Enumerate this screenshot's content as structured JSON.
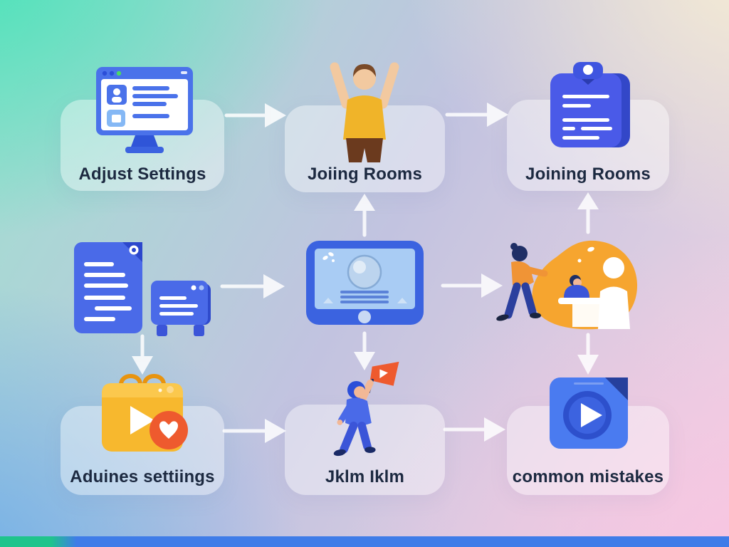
{
  "nodes": {
    "top_left": {
      "label": "Adjust Settings",
      "icon": "settings-monitor-icon"
    },
    "top_center": {
      "label": "Joiing Rooms",
      "icon": "cheering-person-icon"
    },
    "top_right": {
      "label": "Joining Rooms",
      "icon": "clipboard-icon"
    },
    "mid_left": {
      "label": "",
      "icon": "documents-icon"
    },
    "mid_center": {
      "label": "",
      "icon": "tablet-screen-icon"
    },
    "mid_right": {
      "label": "",
      "icon": "people-collaboration-icon"
    },
    "bottom_left": {
      "label": "Aduines settiings",
      "icon": "shopping-bag-play-icon"
    },
    "bottom_center": {
      "label": "Jklm Iklm",
      "icon": "person-flag-icon"
    },
    "bottom_right": {
      "label": "common mistakes",
      "icon": "video-file-icon"
    }
  },
  "connections": [
    {
      "from": "top_left",
      "to": "top_center",
      "direction": "right"
    },
    {
      "from": "top_center",
      "to": "top_right",
      "direction": "right"
    },
    {
      "from": "mid_left",
      "to": "mid_center",
      "direction": "right"
    },
    {
      "from": "mid_center",
      "to": "mid_right",
      "direction": "right"
    },
    {
      "from": "bottom_left",
      "to": "bottom_center",
      "direction": "right"
    },
    {
      "from": "bottom_center",
      "to": "bottom_right",
      "direction": "right"
    },
    {
      "from": "mid_center",
      "to": "top_center",
      "direction": "up"
    },
    {
      "from": "mid_right",
      "to": "top_right",
      "direction": "up"
    },
    {
      "from": "mid_left",
      "to": "bottom_left",
      "direction": "down"
    },
    {
      "from": "mid_center",
      "to": "bottom_center",
      "direction": "down"
    },
    {
      "from": "mid_right",
      "to": "bottom_right",
      "direction": "down"
    }
  ],
  "colors": {
    "label_text": "#1c2940",
    "card_background": "rgba(255,255,255,0.40)",
    "arrow": "#ffffff",
    "primary_blue": "#4a6ae8",
    "dark_blue": "#2f4ad0",
    "light_blue_screen": "#a9ccf4",
    "accent_yellow": "#f0b429",
    "bag_yellow": "#f7b82e",
    "accent_orange": "#f5a431",
    "badge_red": "#ee5a2e",
    "skin": "#f2c9a0",
    "hair_brown": "#7a4a28",
    "bg_mint": "#48e2b8",
    "bg_sky": "#6cace9",
    "bg_cream": "#f6edd3",
    "bg_pink": "#f8c3e1",
    "strip_teal": "#1fc48c",
    "strip_blue": "#3f7ce8"
  }
}
